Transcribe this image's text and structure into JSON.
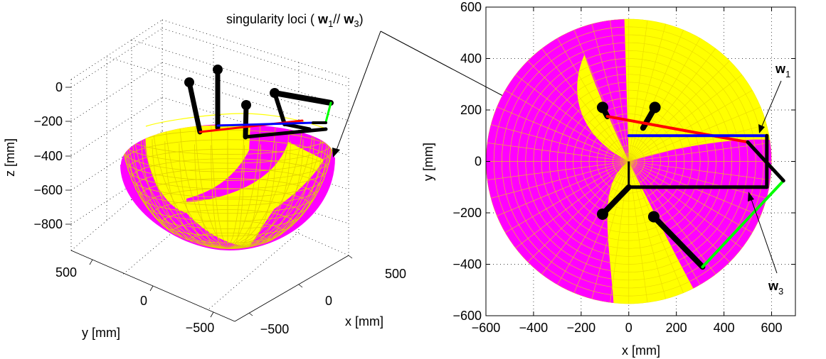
{
  "annotation": {
    "prefix": "singularity loci ( ",
    "w1": "w",
    "w1_sub": "1",
    "sep": "// ",
    "w3": "w",
    "w3_sub": "3",
    "suffix": ")"
  },
  "colors": {
    "magenta": "#ff00ff",
    "yellow": "#ffff00",
    "red": "#ff0000",
    "blue": "#0000ff",
    "green": "#00ff00",
    "black": "#000000"
  },
  "chart_data": [
    {
      "type": "3d-surface",
      "xlabel": "x [mm]",
      "ylabel": "y [mm]",
      "zlabel": "z [mm]",
      "x_ticks": [
        "−500",
        "0",
        "500"
      ],
      "y_ticks": [
        "−500",
        "0",
        "500"
      ],
      "z_ticks": [
        "0",
        "−200",
        "−400",
        "−600",
        "−800"
      ],
      "grid": true
    },
    {
      "type": "surface-top-view",
      "xlabel": "x [mm]",
      "ylabel": "y [mm]",
      "xlim": [
        -600,
        700
      ],
      "ylim": [
        -600,
        600
      ],
      "x_ticks": [
        "−600",
        "−400",
        "−200",
        "0",
        "200",
        "400",
        "600"
      ],
      "y_ticks": [
        "600",
        "400",
        "200",
        "0",
        "−200",
        "−400",
        "−600"
      ],
      "grid": true,
      "labels": [
        {
          "text": "w",
          "sub": "1"
        },
        {
          "text": "w",
          "sub": "3"
        }
      ],
      "segments": [
        {
          "color": "red",
          "points": [
            [
              -90,
              175
            ],
            [
              500,
              75
            ]
          ]
        },
        {
          "color": "blue",
          "points": [
            [
              0,
              100
            ],
            [
              580,
              100
            ]
          ]
        },
        {
          "color": "green",
          "points": [
            [
              650,
              -75
            ],
            [
              310,
              -410
            ]
          ]
        },
        {
          "color": "black",
          "points": [
            [
              500,
              75
            ],
            [
              650,
              -75
            ]
          ]
        },
        {
          "color": "black",
          "points": [
            [
              0,
              -100
            ],
            [
              580,
              -100
            ]
          ]
        },
        {
          "color": "black",
          "points": [
            [
              580,
              100
            ],
            [
              580,
              -100
            ]
          ]
        }
      ],
      "arms": [
        {
          "points": [
            [
              -110,
              210
            ],
            [
              -90,
              175
            ]
          ]
        },
        {
          "points": [
            [
              110,
              210
            ],
            [
              60,
              130
            ]
          ]
        },
        {
          "points": [
            [
              -110,
              -205
            ],
            [
              0,
              -100
            ]
          ]
        },
        {
          "points": [
            [
              105,
              -215
            ],
            [
              310,
              -410
            ]
          ]
        }
      ]
    }
  ]
}
